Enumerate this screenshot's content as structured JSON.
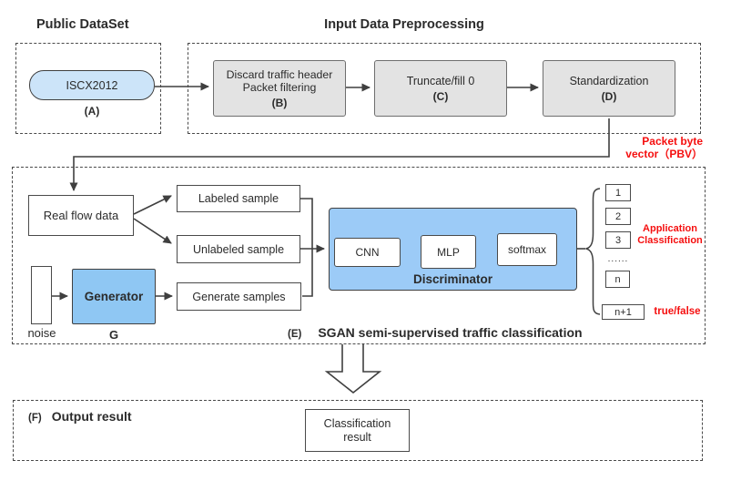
{
  "colors": {
    "node_blue": "#9CCBF7",
    "generator_blue": "#8FC7F3",
    "pill_blue": "#CCE4F9",
    "step_gray": "#E3E3E3",
    "annotation_red": "#F50F0F",
    "line_dark": "#3f3f3f"
  },
  "dataset": {
    "title": "Public DataSet",
    "node_label": "ISCX2012",
    "tag": "(A)"
  },
  "preprocessing": {
    "title": "Input Data Preprocessing",
    "steps": [
      {
        "line1": "Discard traffic header",
        "line2": "Packet filtering",
        "tag": "(B)"
      },
      {
        "line1": "Truncate/fill 0",
        "tag": "(C)"
      },
      {
        "line1": "Standardization",
        "tag": "(D)"
      }
    ]
  },
  "pbv_note": {
    "line1": "Packet byte",
    "line2": "vector（PBV）"
  },
  "sgan": {
    "tag": "(E)",
    "title": "SGAN semi-supervised traffic classification",
    "real_flow": "Real flow data",
    "labeled": "Labeled sample",
    "unlabeled": "Unlabeled sample",
    "generated": "Generate samples",
    "noise": "noise",
    "generator": "Generator",
    "generator_tag": "G",
    "discriminator": "Discriminator",
    "components": [
      "CNN",
      "MLP",
      "softmax"
    ],
    "outputs": [
      "1",
      "2",
      "3",
      "......",
      "n",
      "n+1"
    ],
    "app_class": {
      "line1": "Application",
      "line2": "Classification"
    },
    "true_false": "true/false"
  },
  "output": {
    "tag": "(F)",
    "title": "Output result",
    "result_line1": "Classification",
    "result_line2": "result"
  }
}
